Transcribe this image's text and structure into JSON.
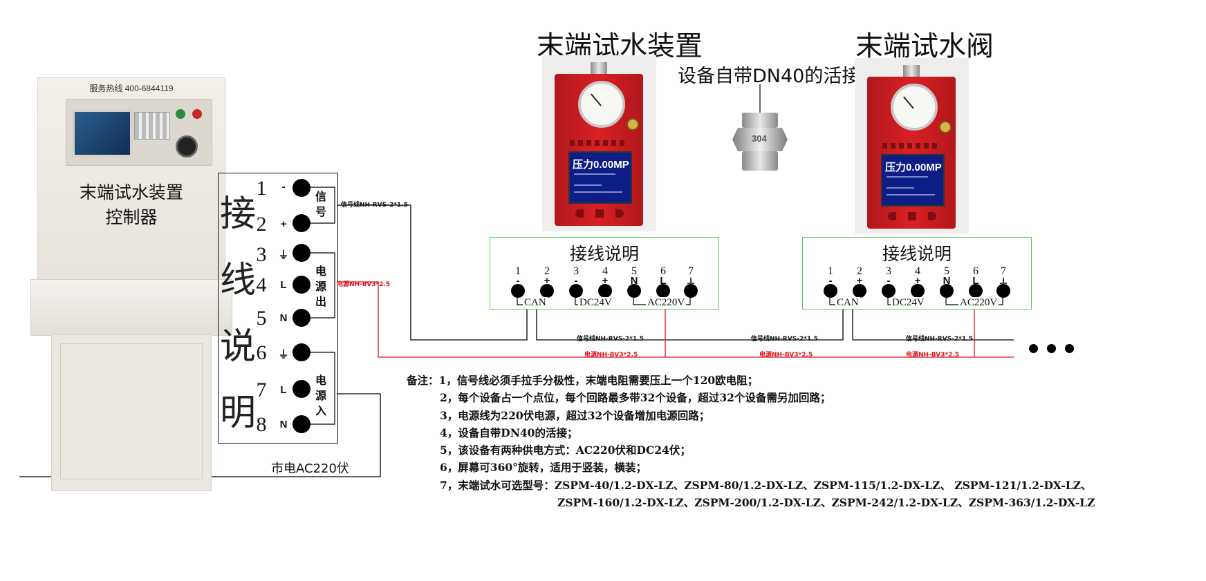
{
  "headings": {
    "device_left": "末端试水装置",
    "device_right": "末端试水阀",
    "union_note": "设备自带DN40的活接"
  },
  "controller": {
    "hotline": "服务热线 400-6844119",
    "label_line1": "末端试水装置",
    "label_line2": "控制器"
  },
  "wiring_box": {
    "title_chars": [
      "接",
      "线",
      "说",
      "明"
    ],
    "terminals": [
      {
        "num": "1",
        "sign": "-"
      },
      {
        "num": "2",
        "sign": "+"
      },
      {
        "num": "3",
        "sign": "⏚"
      },
      {
        "num": "4",
        "sign": "L"
      },
      {
        "num": "5",
        "sign": "N"
      },
      {
        "num": "6",
        "sign": "⏚"
      },
      {
        "num": "7",
        "sign": "L"
      },
      {
        "num": "8",
        "sign": "N"
      }
    ],
    "groups": [
      {
        "label": "信号"
      },
      {
        "label": "电源出"
      },
      {
        "label": "电源入"
      }
    ]
  },
  "device": {
    "lcd_text": "压力0.00MP"
  },
  "union": {
    "mark": "304"
  },
  "terminal_boxes": [
    {
      "title": "接线说明",
      "terminals": [
        {
          "num": "1",
          "sign": "-"
        },
        {
          "num": "2",
          "sign": "+"
        },
        {
          "num": "3",
          "sign": "-"
        },
        {
          "num": "4",
          "sign": "+"
        },
        {
          "num": "5",
          "sign": "N"
        },
        {
          "num": "6",
          "sign": "L"
        },
        {
          "num": "7",
          "sign": "⏚"
        }
      ],
      "groups": [
        "CAN",
        "DC24V",
        "AC220V"
      ]
    },
    {
      "title": "接线说明",
      "terminals": [
        {
          "num": "1",
          "sign": "-"
        },
        {
          "num": "2",
          "sign": "+"
        },
        {
          "num": "3",
          "sign": "-"
        },
        {
          "num": "4",
          "sign": "+"
        },
        {
          "num": "5",
          "sign": "N"
        },
        {
          "num": "6",
          "sign": "L"
        },
        {
          "num": "7",
          "sign": "⏚"
        }
      ],
      "groups": [
        "CAN",
        "DC24V",
        "AC220V"
      ]
    }
  ],
  "wire_labels": {
    "signal": "信号线NH-RVS-2*1.5",
    "power": "电源NH-BV3*2.5"
  },
  "mains_label": "市电AC220伏",
  "notes": [
    "备注：1，信号线必须手拉手分极性，末端电阻需要压上一个120欧电阻；",
    "2，每个设备占一个点位，每个回路最多带32个设备，超过32个设备需另加回路；",
    "3，电源线为220伏电源，超过32个设备增加电源回路；",
    "4，设备自带DN40的活接；",
    "5，该设备有两种供电方式：AC220伏和DC24伏；",
    "6，屏幕可360°旋转，适用于竖装，横装；",
    "7，末端试水可选型号：ZSPM-40/1.2-DX-LZ、ZSPM-80/1.2-DX-LZ、ZSPM-115/1.2-DX-LZ、 ZSPM-121/1.2-DX-LZ、",
    "ZSPM-160/1.2-DX-LZ、ZSPM-200/1.2-DX-LZ、ZSPM-242/1.2-DX-LZ、ZSPM-363/1.2-DX-LZ"
  ],
  "colors": {
    "signal_wire": "#000000",
    "power_wire": "#e0101a",
    "terminal_box_border": "#4cd14c",
    "device_red": "#d92125"
  }
}
